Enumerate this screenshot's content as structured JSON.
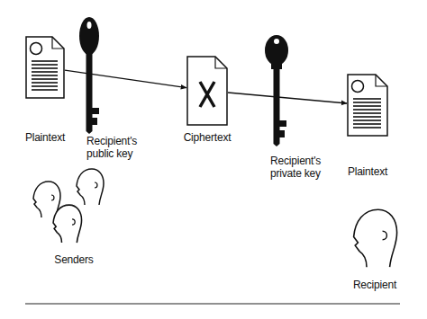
{
  "diagram": {
    "nodes": [
      {
        "text": [
          "Plaintext"
        ]
      },
      {
        "text": [
          "Recipient's public key"
        ]
      },
      {
        "text": [
          "Ciphertext"
        ]
      },
      {
        "text": [
          "Recipient's private key"
        ]
      },
      {
        "text": [
          "Plaintext"
        ]
      },
      {
        "text": [
          "Senders"
        ]
      },
      {
        "text": [
          "Recipient"
        ]
      }
    ],
    "edges": [
      {
        "from": 0,
        "to": 2,
        "arrow": "to"
      },
      {
        "from": 2,
        "to": 4,
        "arrow": "to"
      }
    ]
  }
}
